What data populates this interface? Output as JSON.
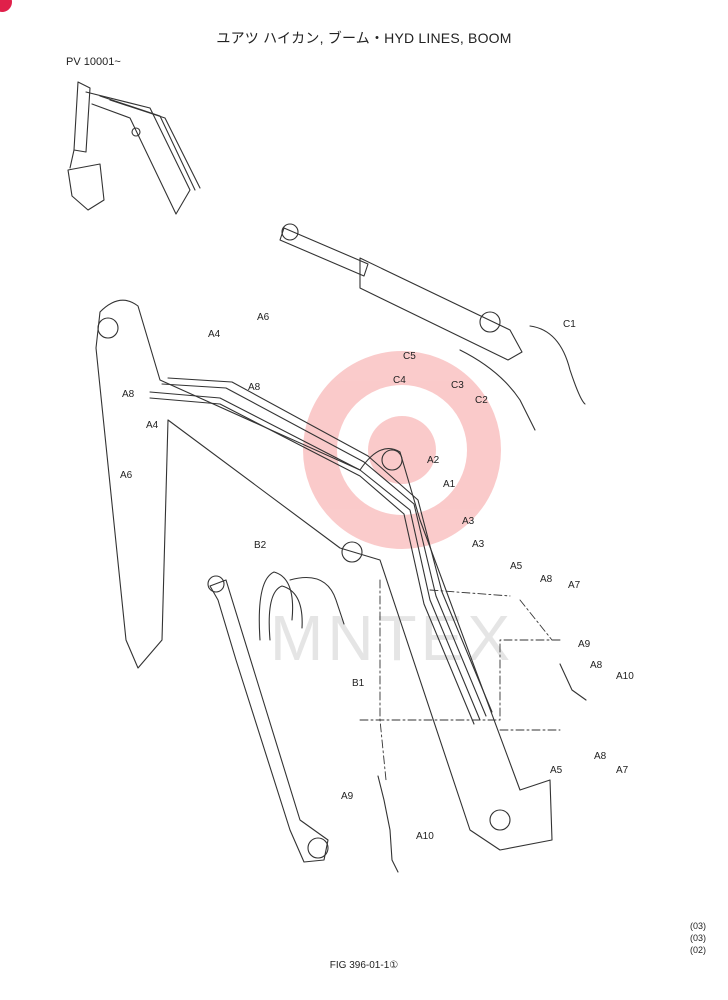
{
  "header": {
    "title": "ユアツ ハイカン, ブーム・HYD LINES, BOOM",
    "serial": "PV 10001~"
  },
  "footer": {
    "figure": "FIG 396-01-1①",
    "revisions": [
      "(03)",
      "(03)",
      "(02)"
    ]
  },
  "watermark": {
    "text": "MNTEX",
    "logo_color": "#f26b6b"
  },
  "part_labels": [
    "C1",
    "C2",
    "C3",
    "C4",
    "C5",
    "A1",
    "A2",
    "A3",
    "A3",
    "A4",
    "A4",
    "A5",
    "A5",
    "A6",
    "A6",
    "A7",
    "A7",
    "A8",
    "A8",
    "A8",
    "A8",
    "A8",
    "A9",
    "A9",
    "A10",
    "A10",
    "B1",
    "B2"
  ]
}
